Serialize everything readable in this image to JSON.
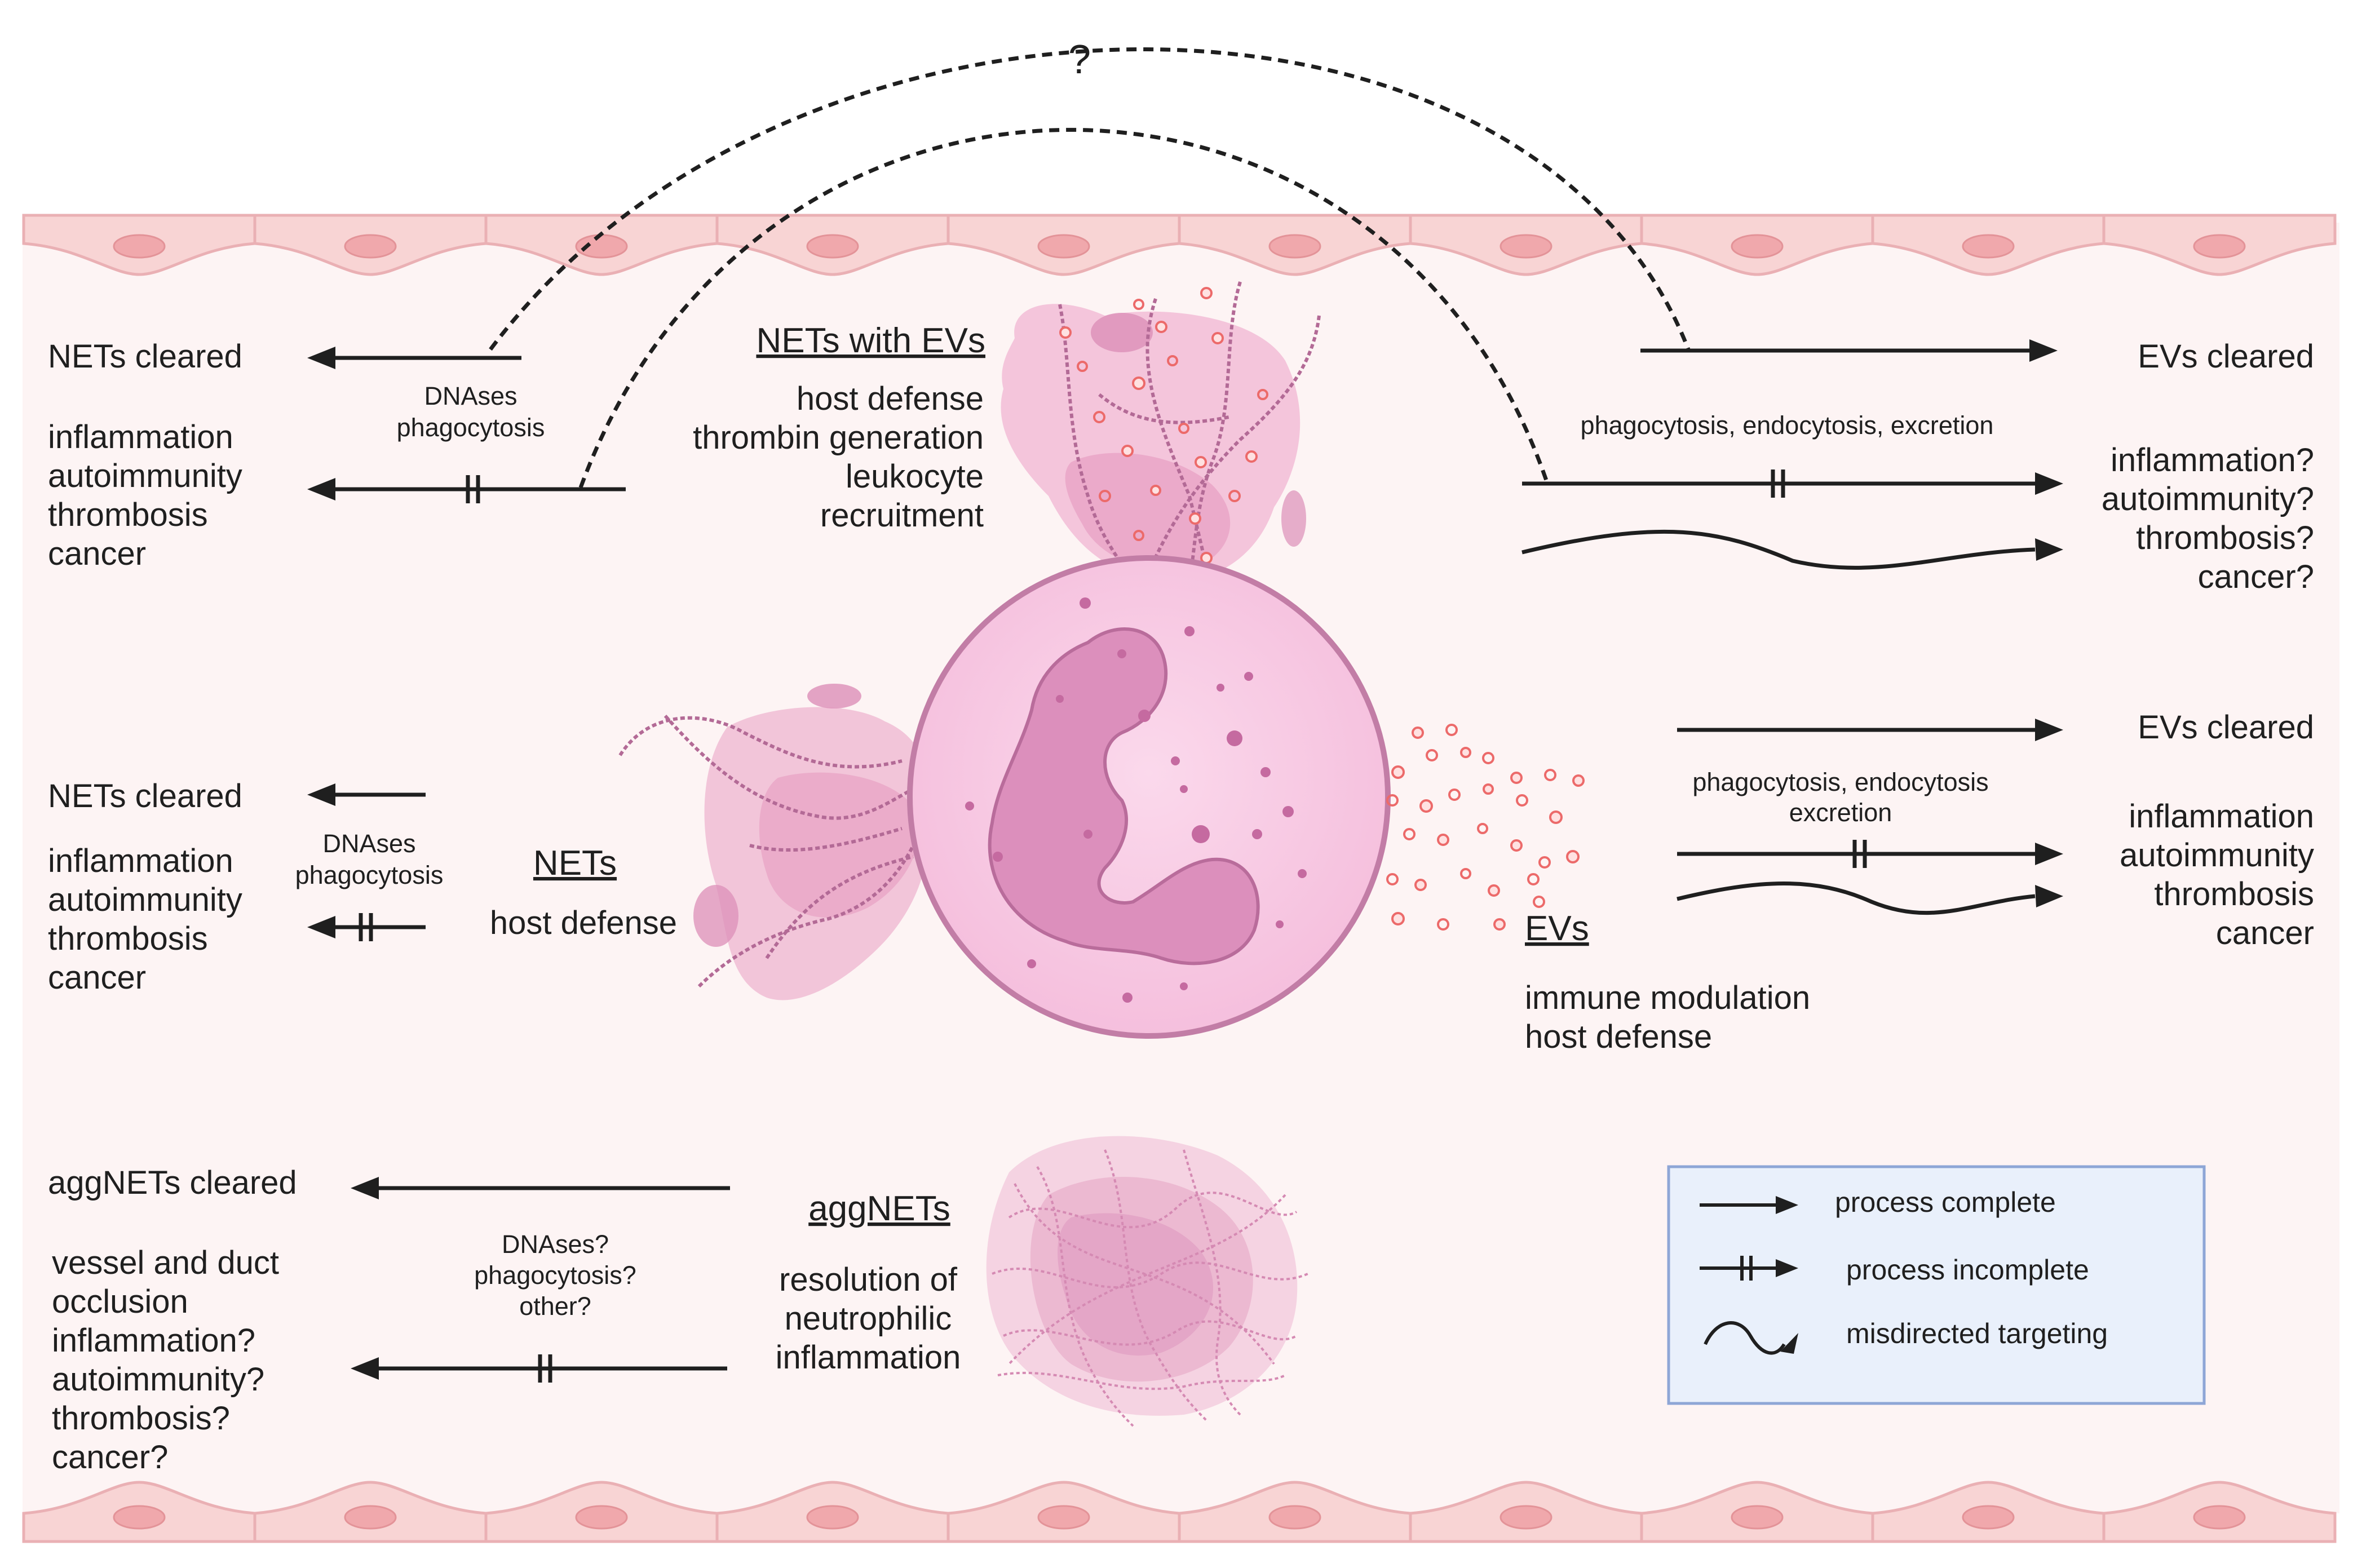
{
  "colors": {
    "background": "#fdf4f4",
    "vessel_wall": "#f8d4d4",
    "vessel_cell": "#f0a8ac",
    "neutrophil": "#f7c8e2",
    "nucleus": "#d677ac",
    "ev_red": "#ec6a6a",
    "arrow": "#1f1f1f",
    "legend_bg": "#e9f0fb",
    "legend_border": "#8ea6d6"
  },
  "question_mark": "?",
  "top_left": {
    "cleared": "NETs cleared",
    "mechanisms": [
      "DNAses",
      "phagocytosis"
    ],
    "outcomes": [
      "inflammation",
      "autoimmunity",
      "thrombosis",
      "cancer"
    ]
  },
  "nets_with_evs": {
    "title": "NETs with EVs",
    "functions": [
      "host defense",
      "thrombin generation",
      "leukocyte",
      "recruitment"
    ]
  },
  "top_right": {
    "cleared": "EVs cleared",
    "mechanisms": "phagocytosis, endocytosis, excretion",
    "outcomes": [
      "inflammation?",
      "autoimmunity?",
      "thrombosis?",
      "cancer?"
    ]
  },
  "mid_left": {
    "cleared": "NETs cleared",
    "mechanisms": [
      "DNAses",
      "phagocytosis"
    ],
    "outcomes": [
      "inflammation",
      "autoimmunity",
      "thrombosis",
      "cancer"
    ]
  },
  "nets": {
    "title": "NETs",
    "functions": [
      "host defense"
    ]
  },
  "evs": {
    "title": "EVs",
    "functions": [
      "immune modulation",
      "host defense"
    ]
  },
  "mid_right": {
    "cleared": "EVs cleared",
    "mechanisms": [
      "phagocytosis, endocytosis",
      "excretion"
    ],
    "outcomes": [
      "inflammation",
      "autoimmunity",
      "thrombosis",
      "cancer"
    ]
  },
  "bottom_left": {
    "cleared": "aggNETs cleared",
    "mechanisms": [
      "DNAses?",
      "phagocytosis?",
      "other?"
    ],
    "outcomes": [
      "vessel and duct",
      "occlusion",
      "inflammation?",
      "autoimmunity?",
      "thrombosis?",
      "cancer?"
    ]
  },
  "aggnets": {
    "title": "aggNETs",
    "functions": [
      "resolution of",
      "neutrophilic",
      "inflammation"
    ]
  },
  "legend": {
    "items": [
      "process complete",
      "process incomplete",
      "misdirected targeting"
    ]
  }
}
